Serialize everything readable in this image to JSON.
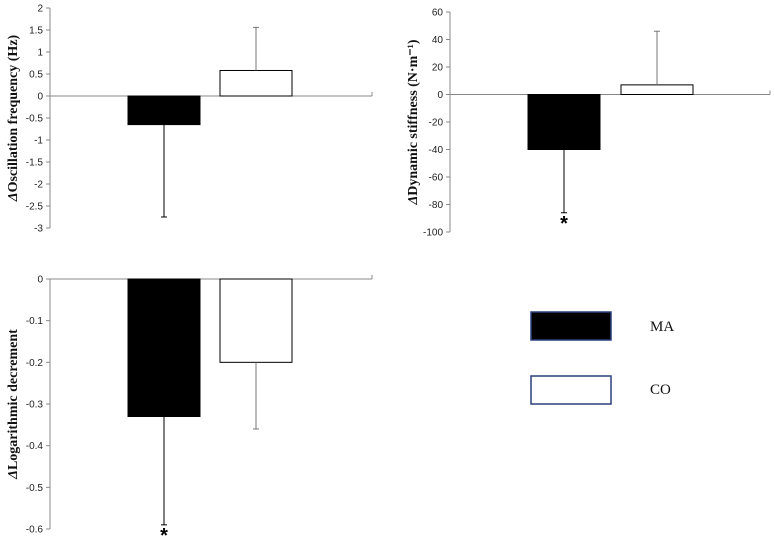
{
  "chart_data": [
    {
      "type": "bar",
      "ylabel_symbol": "Δ",
      "ylabel": "Oscillation frequency (Hz)",
      "ylim": [
        -3,
        2
      ],
      "yticks": [
        "2",
        "1.5",
        "1",
        "0.5",
        "0",
        "-0.5",
        "-1",
        "-1.5",
        "-2",
        "-2.5",
        "-3"
      ],
      "tick_values": [
        2,
        1.5,
        1,
        0.5,
        0,
        -0.5,
        -1,
        -1.5,
        -2,
        -2.5,
        -3
      ],
      "series": [
        {
          "name": "MA",
          "value": -0.65,
          "error": 2.1,
          "error_dir": "down",
          "significant": false
        },
        {
          "name": "CO",
          "value": 0.58,
          "error": 0.98,
          "error_dir": "up",
          "significant": false
        }
      ]
    },
    {
      "type": "bar",
      "ylabel_symbol": "Δ",
      "ylabel": "Dynamic stiffness (N·m⁻¹)",
      "ylim": [
        -100,
        60
      ],
      "yticks": [
        "60",
        "40",
        "20",
        "0",
        "-20",
        "-40",
        "-60",
        "-80",
        "-100"
      ],
      "tick_values": [
        60,
        40,
        20,
        0,
        -20,
        -40,
        -60,
        -80,
        -100
      ],
      "series": [
        {
          "name": "MA",
          "value": -40,
          "error": 46,
          "error_dir": "down",
          "significant": true
        },
        {
          "name": "CO",
          "value": 7,
          "error": 39,
          "error_dir": "up",
          "significant": false
        }
      ]
    },
    {
      "type": "bar",
      "ylabel_symbol": "Δ",
      "ylabel": "Logarithmic decrement",
      "ylim": [
        -0.6,
        0
      ],
      "yticks": [
        "0",
        "-0.1",
        "-0.2",
        "-0.3",
        "-0.4",
        "-0.5",
        "-0.6"
      ],
      "tick_values": [
        0,
        -0.1,
        -0.2,
        -0.3,
        -0.4,
        -0.5,
        -0.6
      ],
      "series": [
        {
          "name": "MA",
          "value": -0.33,
          "error": 0.26,
          "error_dir": "down",
          "significant": true
        },
        {
          "name": "CO",
          "value": -0.2,
          "error": 0.16,
          "error_dir": "down",
          "significant": false
        }
      ]
    }
  ],
  "significance_marker": "*",
  "legend": [
    {
      "label": "MA",
      "fill": "#000000",
      "stroke": "#2b3f7a"
    },
    {
      "label": "CO",
      "fill": "#ffffff",
      "stroke": "#2b3f7a"
    }
  ],
  "colors": {
    "MA": "#000000",
    "CO": "#ffffff",
    "axis": "#888888",
    "legend_border": "#2b3f7a"
  }
}
